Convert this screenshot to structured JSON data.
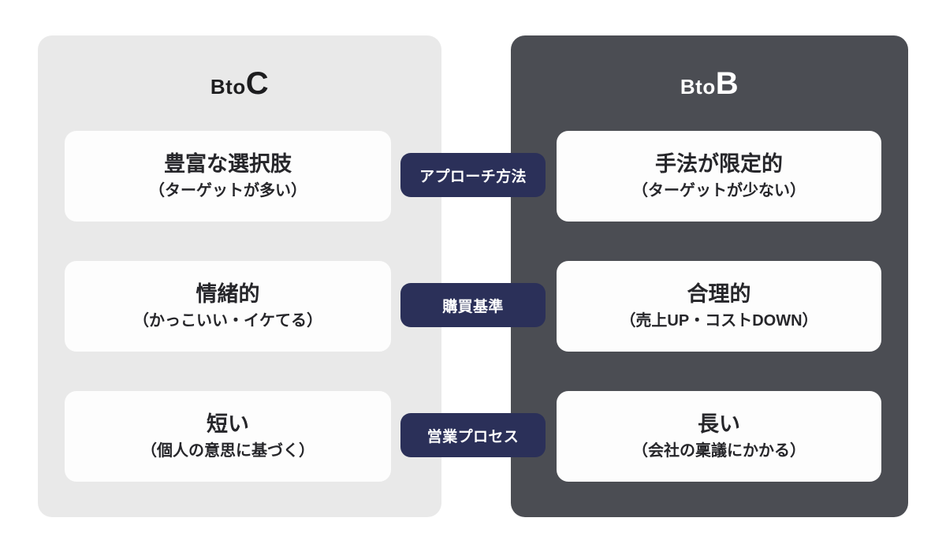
{
  "diagram": {
    "title_left_prefix": "Bto",
    "title_left_letter": "C",
    "title_right_prefix": "Bto",
    "title_right_letter": "B",
    "colors": {
      "panel_left_bg": "#e9e9e9",
      "panel_right_bg": "#4b4d53",
      "card_bg": "#fdfdfd",
      "badge_bg": "#2b3059",
      "text_dark": "#26262a",
      "text_light": "#ffffff",
      "page_bg": "#ffffff"
    },
    "rows": [
      {
        "badge": "アプローチ方法",
        "left": {
          "main": "豊富な選択肢",
          "sub": "（ターゲットが多い）"
        },
        "right": {
          "main": "手法が限定的",
          "sub": "（ターゲットが少ない）"
        }
      },
      {
        "badge": "購買基準",
        "left": {
          "main": "情緒的",
          "sub": "（かっこいい・イケてる）"
        },
        "right": {
          "main": "合理的",
          "sub": "（売上UP・コストDOWN）"
        }
      },
      {
        "badge": "営業プロセス",
        "left": {
          "main": "短い",
          "sub": "（個人の意思に基づく）"
        },
        "right": {
          "main": "長い",
          "sub": "（会社の稟議にかかる）"
        }
      }
    ]
  }
}
